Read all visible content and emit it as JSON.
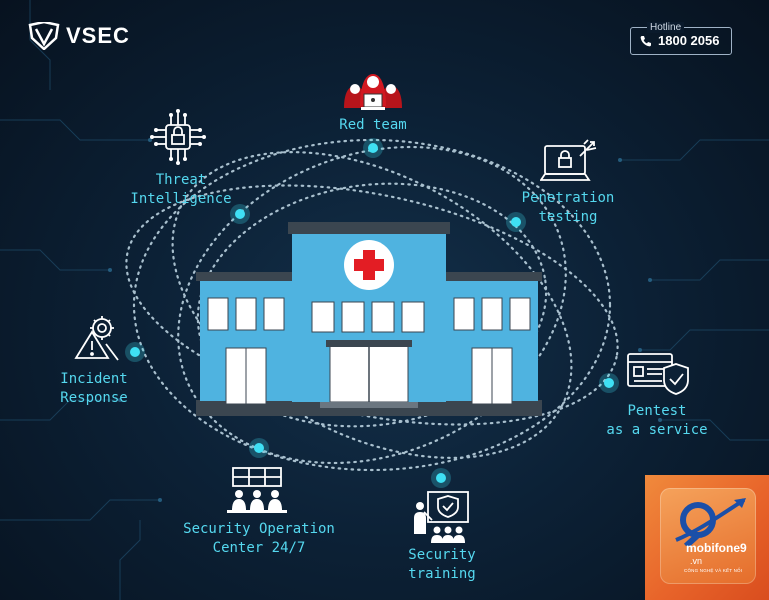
{
  "brand": {
    "name": "VSEC"
  },
  "hotline": {
    "label": "Hotline",
    "number": "1800 2056"
  },
  "services": {
    "red_team": "Red team",
    "threat_line1": "Threat",
    "threat_line2": "Intelligence",
    "pentest_line1": "Penetration",
    "pentest_line2": "testing",
    "incident_line1": "Incident",
    "incident_line2": "Response",
    "paas_line1": "Pentest",
    "paas_line2": "as a service",
    "soc_line1": "Security Operation",
    "soc_line2": "Center 24/7",
    "training_line1": "Security",
    "training_line2": "training"
  },
  "partner": {
    "name": "mobifone9",
    "domain": ".vn",
    "tagline": "CÔNG NGHỆ VÀ KẾT NỐI"
  },
  "colors": {
    "accent": "#55d8ef",
    "building": "#4fb3e0",
    "cross": "#e31d24",
    "background": "#0a1a2c"
  }
}
